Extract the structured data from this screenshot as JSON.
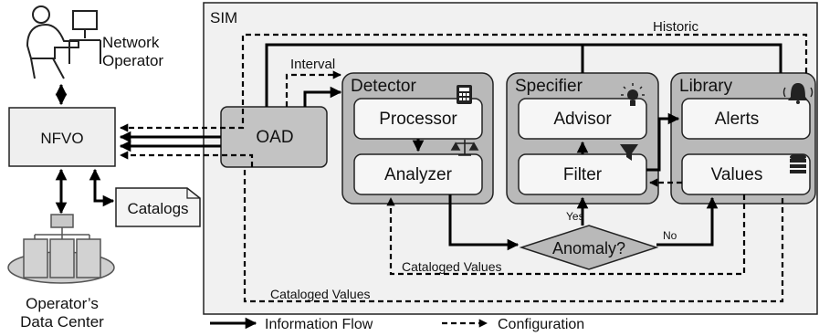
{
  "sim_label": "SIM",
  "historic_label": "Historic",
  "interval_label": "Interval",
  "network_operator": [
    "Network",
    "Operator"
  ],
  "nfvo_label": "NFVO",
  "catalogs_label": "Catalogs",
  "datacenter_label": [
    "Operator’s",
    "Data Center"
  ],
  "oad_label": "OAD",
  "detector": {
    "title": "Detector",
    "processor": "Processor",
    "analyzer": "Analyzer"
  },
  "specifier": {
    "title": "Specifier",
    "advisor": "Advisor",
    "filter": "Filter"
  },
  "library": {
    "title": "Library",
    "alerts": "Alerts",
    "values": "Values"
  },
  "anomaly_label": "Anomaly?",
  "yes_label": "Yes",
  "no_label": "No",
  "cataloged_values_inner": "Cataloged Values",
  "cataloged_values_outer": "Cataloged Values",
  "legend": {
    "information_flow": "Information Flow",
    "configuration": "Configuration"
  },
  "icons": [
    "person-at-computer-icon",
    "calculator-icon",
    "scales-icon",
    "lightbulb-icon",
    "filter-funnel-icon",
    "alarm-bell-icon",
    "database-icon",
    "server-rack-icon",
    "document-icon"
  ]
}
